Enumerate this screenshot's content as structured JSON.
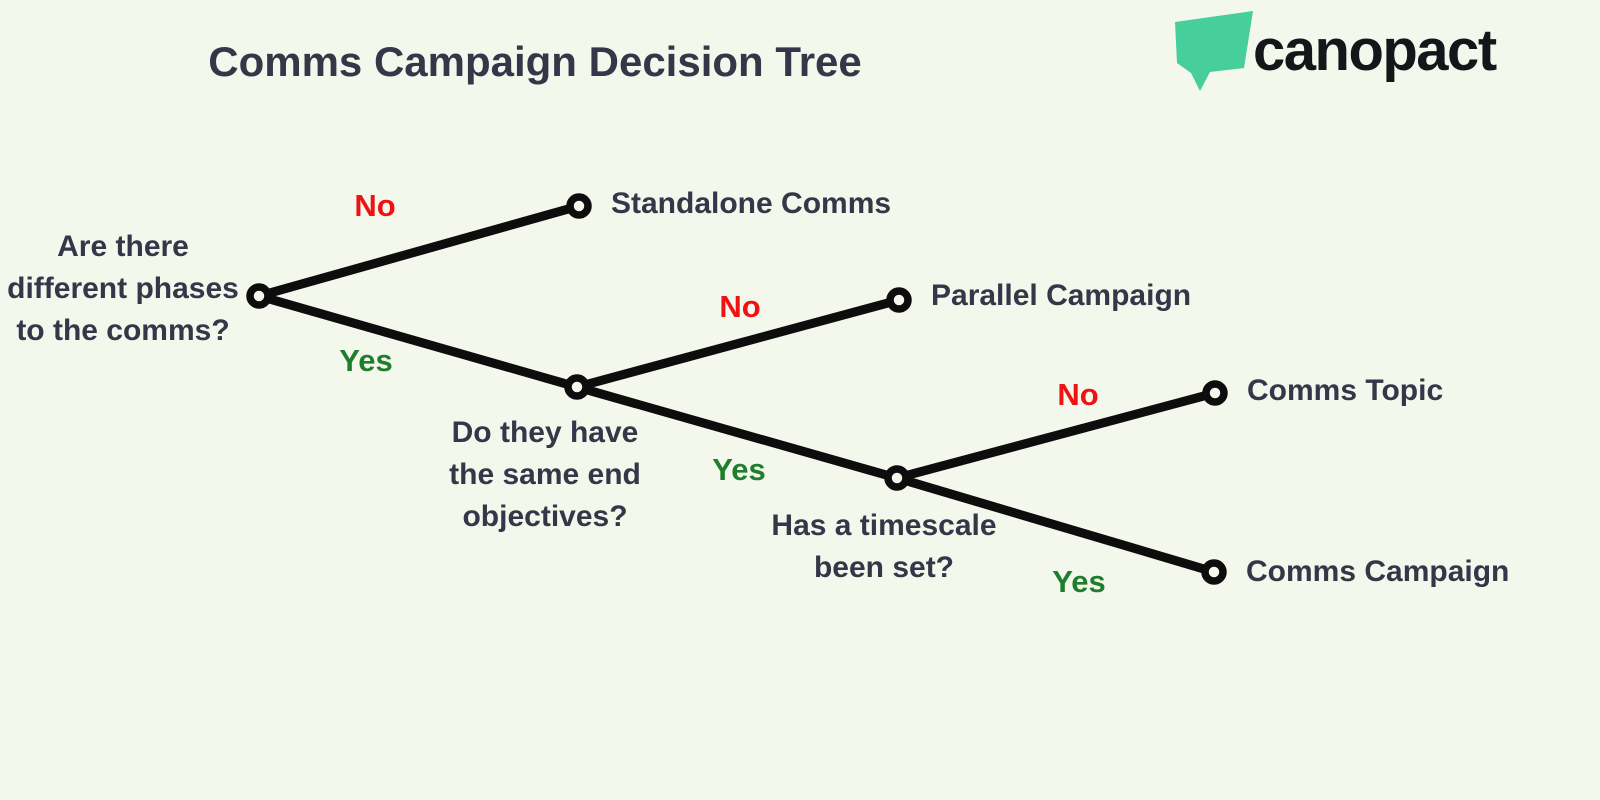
{
  "header": {
    "title": "Comms Campaign Decision Tree"
  },
  "logo": {
    "brand": "canopact",
    "icon": "speech-bubble-icon"
  },
  "colors": {
    "bg": "#f4f7ec",
    "text": "#333747",
    "line": "#0d0d0d",
    "yes": "#1e7e2e",
    "no": "#ee1212",
    "brand_green": "#46cf9a",
    "brand_text": "#14161a"
  },
  "tree": {
    "branch_labels": {
      "no": "No",
      "yes": "Yes"
    },
    "questions": [
      {
        "id": "q1",
        "lines": [
          "Are there",
          "different phases",
          "to the comms?"
        ]
      },
      {
        "id": "q2",
        "lines": [
          "Do they have",
          "the same end",
          "objectives?"
        ]
      },
      {
        "id": "q3",
        "lines": [
          "Has a timescale",
          "been set?"
        ]
      }
    ],
    "outcomes": [
      "Standalone Comms",
      "Parallel Campaign",
      "Comms Topic",
      "Comms Campaign"
    ],
    "edges": [
      {
        "from": "q1",
        "answer": "No",
        "to": "Standalone Comms"
      },
      {
        "from": "q1",
        "answer": "Yes",
        "to": "q2"
      },
      {
        "from": "q2",
        "answer": "No",
        "to": "Parallel Campaign"
      },
      {
        "from": "q2",
        "answer": "Yes",
        "to": "q3"
      },
      {
        "from": "q3",
        "answer": "No",
        "to": "Comms Topic"
      },
      {
        "from": "q3",
        "answer": "Yes",
        "to": "Comms Campaign"
      }
    ]
  }
}
